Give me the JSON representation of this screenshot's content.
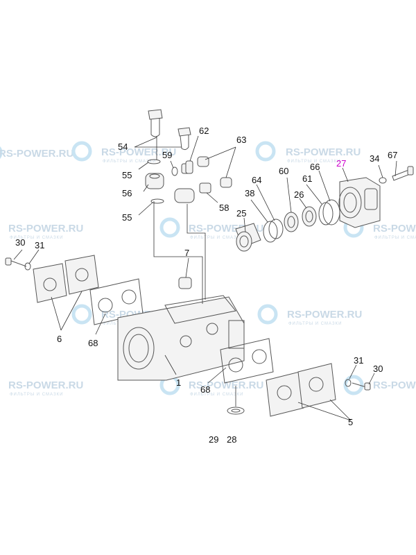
{
  "watermark": {
    "brand": "RS-POWER.RU",
    "tagline": "ФИЛЬТРЫ И СМАЗКИ",
    "color": "#c9d9e6"
  },
  "labels": {
    "l54": "54",
    "l62": "62",
    "l63": "63",
    "l59": "59",
    "l55a": "55",
    "l56": "56",
    "l58": "58",
    "l55b": "55",
    "l67": "67",
    "l34": "34",
    "l27": "27",
    "l66": "66",
    "l60": "60",
    "l64": "64",
    "l61": "61",
    "l38": "38",
    "l26": "26",
    "l25": "25",
    "l30a": "30",
    "l31a": "31",
    "l7": "7",
    "l6": "6",
    "l68a": "68",
    "l1": "1",
    "l68b": "68",
    "l31b": "31",
    "l30b": "30",
    "l5": "5",
    "l29": "29",
    "l28": "28"
  },
  "highlight_color": "#cc00cc"
}
